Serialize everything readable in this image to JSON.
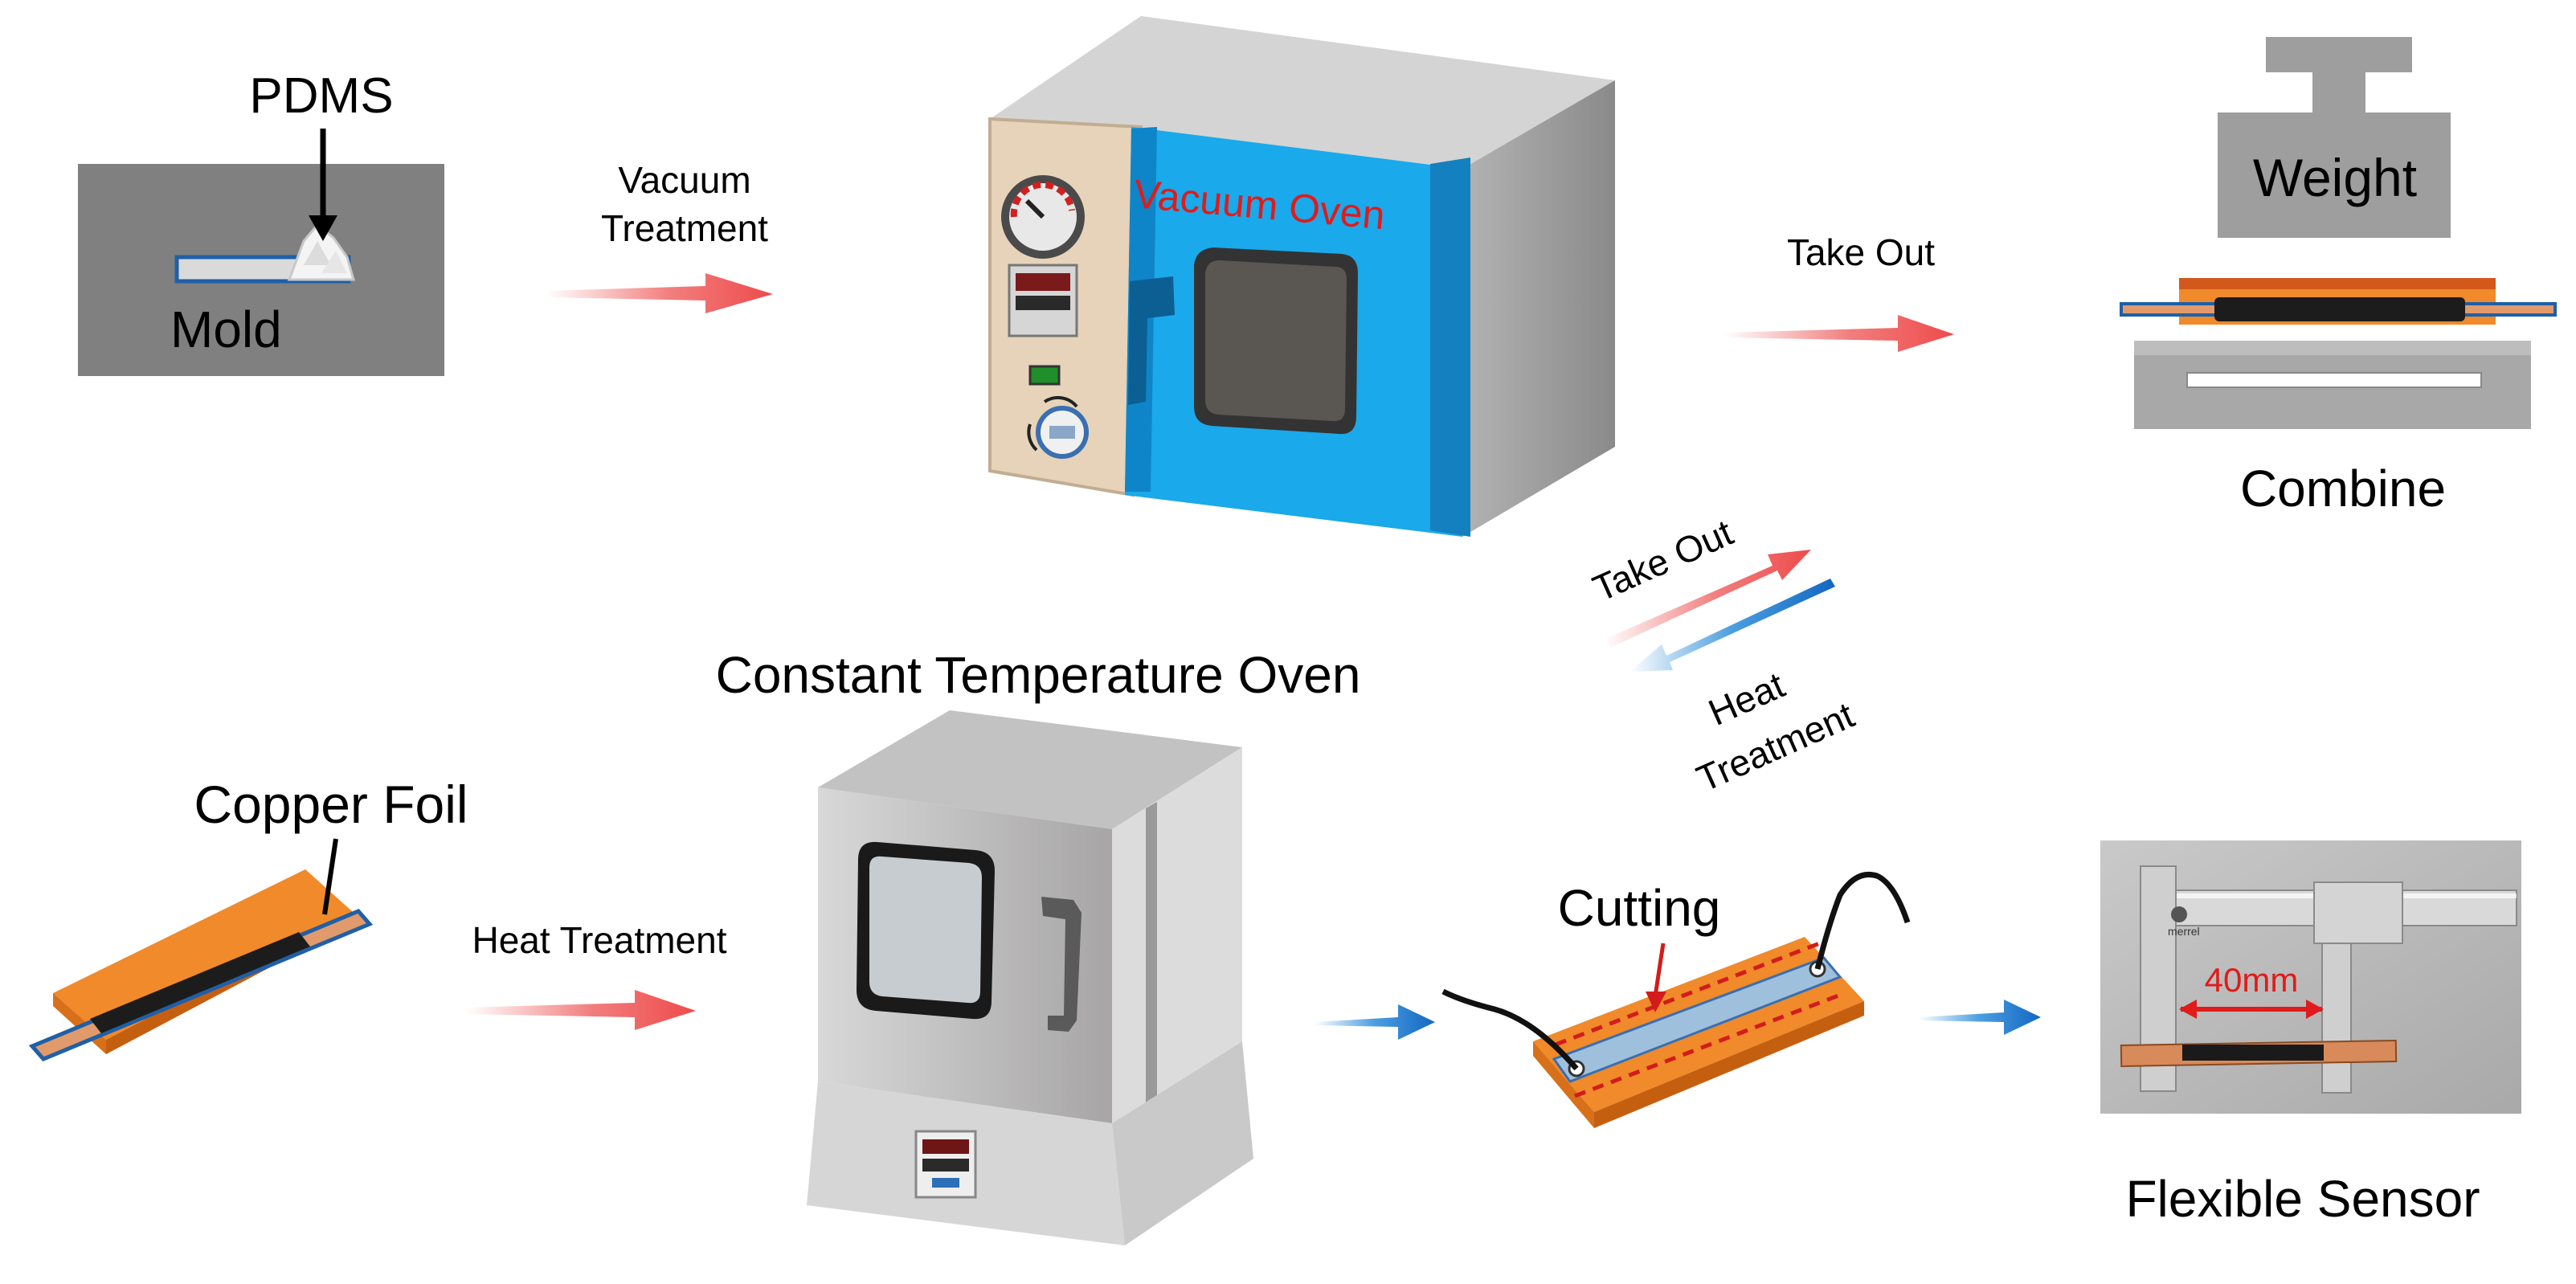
{
  "labels": {
    "pdms": "PDMS",
    "mold": "Mold",
    "vacuum_treatment_line1": "Vacuum",
    "vacuum_treatment_line2": "Treatment",
    "vacuum_oven": "Vacuum Oven",
    "take_out_top": "Take Out",
    "weight": "Weight",
    "combine": "Combine",
    "take_out_diag": "Take Out",
    "heat_treatment_diag_line1": "Heat",
    "heat_treatment_diag_line2": "Treatment",
    "constant_temperature_oven": "Constant Temperature Oven",
    "copper_foil": "Copper Foil",
    "heat_treatment_bottom": "Heat Treatment",
    "cutting": "Cutting",
    "dimension": "40mm",
    "caliper_brand": "merrel",
    "flexible_sensor": "Flexible Sensor"
  },
  "colors": {
    "red_arrow": "#f05a5a",
    "blue_arrow": "#1a73c9",
    "oven_blue": "#1aa9ea",
    "oven_panel": "#e4d2ba",
    "mold_gray": "#7f7f7f",
    "copper_orange": "#f08a2a",
    "label_red": "#e01b1b"
  }
}
